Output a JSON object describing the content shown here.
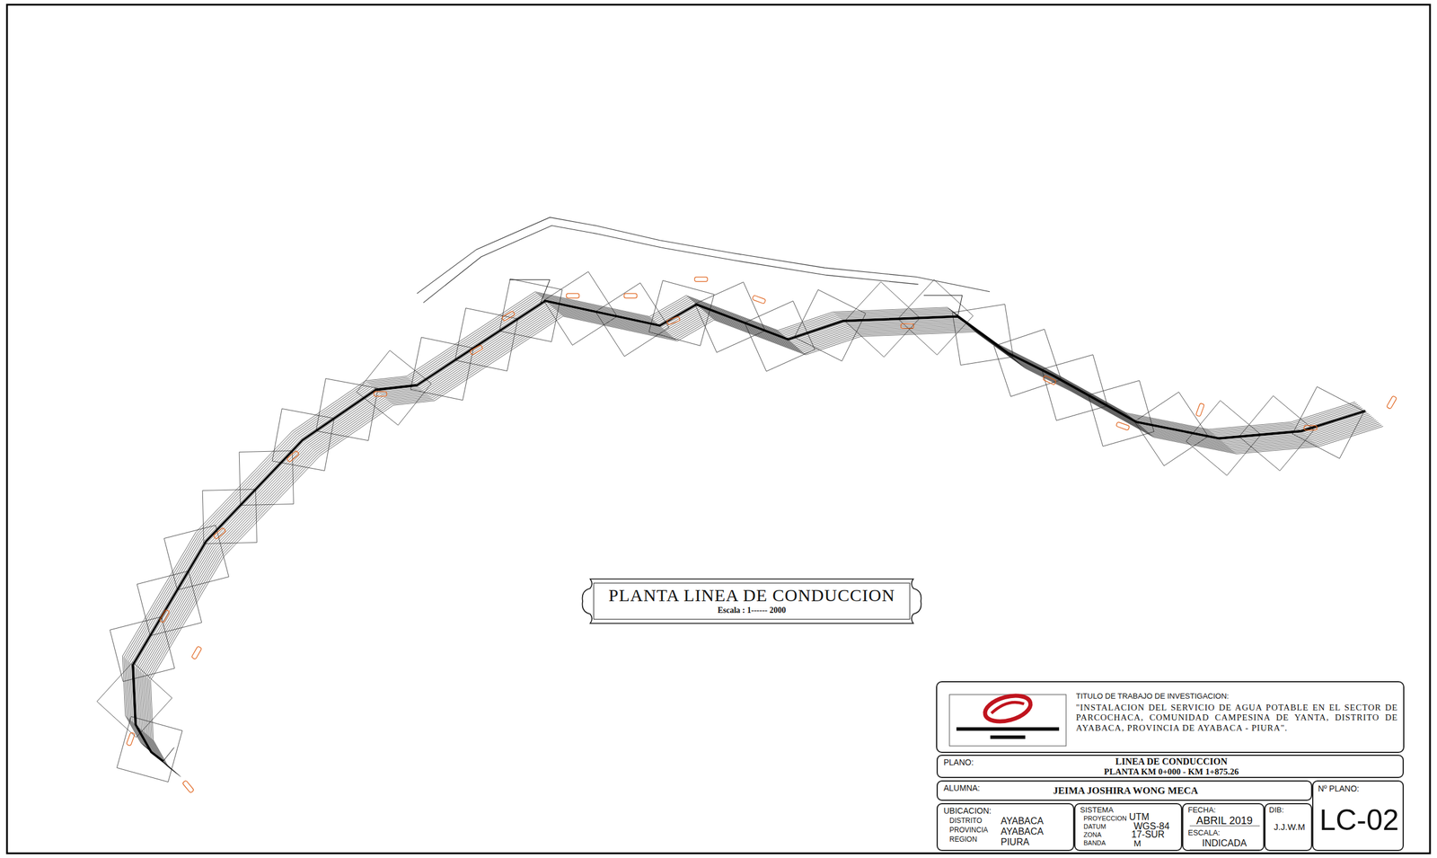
{
  "diagram": {
    "nodes": [
      {
        "text": [
          "TITULO DE TRABAJO DE INVESTIGACION:",
          "\"INSTALACION DEL SERVICIO DE AGUA POTABLE EN EL SECTOR DE PARCOCHACA, COMUNIDAD CAMPESINA DE YANTA, DISTRITO DE AYABACA, PROVINCIA DE AYABACA - PIURA\"."
        ]
      },
      {
        "text": [
          "PLANO:",
          "LINEA DE CONDUCCION",
          "PLANTA KM 0+000 - KM 1+875.26"
        ]
      },
      {
        "text": [
          "ALUMNA:",
          "JEIMA JOSHIRA WONG MECA"
        ]
      },
      {
        "text": [
          "Nº PLANO:",
          "LC-02"
        ]
      },
      {
        "text": [
          "UBICACION:",
          "DISTRITO",
          "PROVINCIA",
          "REGION",
          "AYABACA",
          "AYABACA",
          "PIURA"
        ]
      },
      {
        "text": [
          "SISTEMA",
          "PROYECCION",
          "UTM",
          "DATUM",
          "WGS-84",
          "ZONA",
          "17-SUR",
          "BANDA",
          "M"
        ]
      },
      {
        "text": [
          "FECHA:",
          "ABRIL 2019",
          "ESCALA:",
          "INDICADA"
        ]
      },
      {
        "text": [
          "DIB:",
          "J.J.W.M"
        ]
      },
      {
        "text": [
          "PLANTA LINEA DE CONDUCCION",
          "Escala : 1------ 2000"
        ]
      }
    ]
  }
}
